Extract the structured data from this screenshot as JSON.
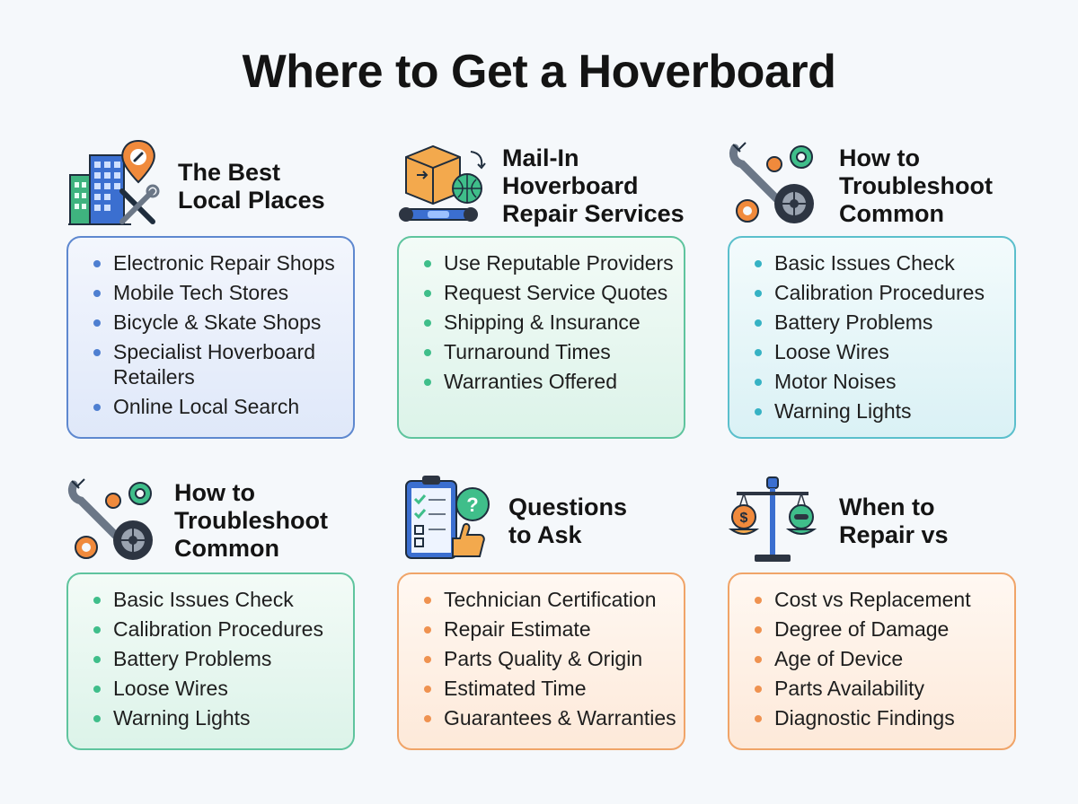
{
  "title": "Where to Get a Hoverboard",
  "sections": [
    {
      "title": "The Best\nLocal Places",
      "icon": "city-repair-location-icon",
      "items": [
        "Electronic Repair Shops",
        "Mobile Tech Stores",
        "Bicycle & Skate Shops",
        "Specialist Hoverboard Retailers",
        "Online Local Search"
      ]
    },
    {
      "title": "Mail-In\nHoverboard\nRepair Services",
      "icon": "shipping-box-hoverboard-icon",
      "items": [
        "Use Reputable Providers",
        "Request Service Quotes",
        "Shipping & Insurance",
        "Turnaround Times",
        "Warranties Offered"
      ]
    },
    {
      "title": "How to\nTroubleshoot\nCommon",
      "icon": "wrench-gears-wheel-icon",
      "items": [
        "Basic Issues Check",
        "Calibration Procedures",
        "Battery Problems",
        "Loose Wires",
        "Motor Noises",
        "Warning Lights"
      ]
    },
    {
      "title": "How to\nTroubleshoot\nCommon",
      "icon": "wrench-gears-wheel-icon",
      "items": [
        "Basic Issues Check",
        "Calibration Procedures",
        "Battery Problems",
        "Loose Wires",
        "Warning Lights"
      ]
    },
    {
      "title": "Questions\nto Ask",
      "icon": "clipboard-question-icon",
      "items": [
        "Technician Certification",
        "Repair Estimate",
        "Parts Quality & Origin",
        "Estimated Time",
        "Guarantees & Warranties"
      ]
    },
    {
      "title": "When to\nRepair vs",
      "icon": "balance-scale-icon",
      "items": [
        "Cost vs Replacement",
        "Degree of Damage",
        "Age of Device",
        "Parts Availability",
        "Diagnostic Findings"
      ]
    }
  ],
  "colors": {
    "blue": "#4e7fd1",
    "green": "#3fbe8a",
    "teal": "#36b2c4",
    "orange": "#ef9250"
  }
}
